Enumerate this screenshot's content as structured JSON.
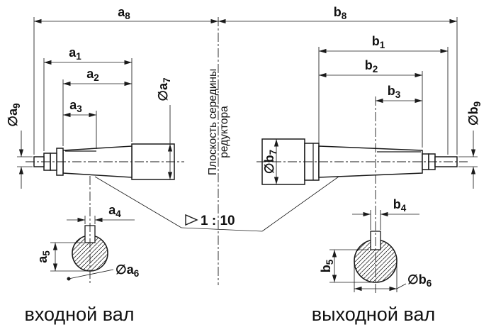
{
  "texts": {
    "center_plane_line1": "Плоскость середины",
    "center_plane_line2": "редуктора",
    "taper_label": "1 : 10",
    "input_shaft_label": "входной вал",
    "output_shaft_label": "выходной вал"
  },
  "dims": {
    "a8": {
      "base": "a",
      "sub": "8"
    },
    "a1": {
      "base": "a",
      "sub": "1"
    },
    "a2": {
      "base": "a",
      "sub": "2"
    },
    "a3": {
      "base": "a",
      "sub": "3"
    },
    "a9": {
      "prefix": "∅",
      "base": "a",
      "sub": "9"
    },
    "a7": {
      "prefix": "∅",
      "base": "a",
      "sub": "7"
    },
    "a4": {
      "base": "a",
      "sub": "4"
    },
    "a5": {
      "base": "a",
      "sub": "5"
    },
    "a6": {
      "prefix": "∅",
      "base": "a",
      "sub": "6"
    },
    "b8": {
      "base": "b",
      "sub": "8"
    },
    "b1": {
      "base": "b",
      "sub": "1"
    },
    "b2": {
      "base": "b",
      "sub": "2"
    },
    "b3": {
      "base": "b",
      "sub": "3"
    },
    "b9": {
      "prefix": "∅",
      "base": "b",
      "sub": "9"
    },
    "b7": {
      "prefix": "∅",
      "base": "b",
      "sub": "7"
    },
    "b4": {
      "base": "b",
      "sub": "4"
    },
    "b5": {
      "base": "b",
      "sub": "5"
    },
    "b6": {
      "prefix": "∅",
      "base": "b",
      "sub": "6"
    }
  },
  "colors": {
    "line": "#1a1a1a",
    "background": "#ffffff"
  }
}
